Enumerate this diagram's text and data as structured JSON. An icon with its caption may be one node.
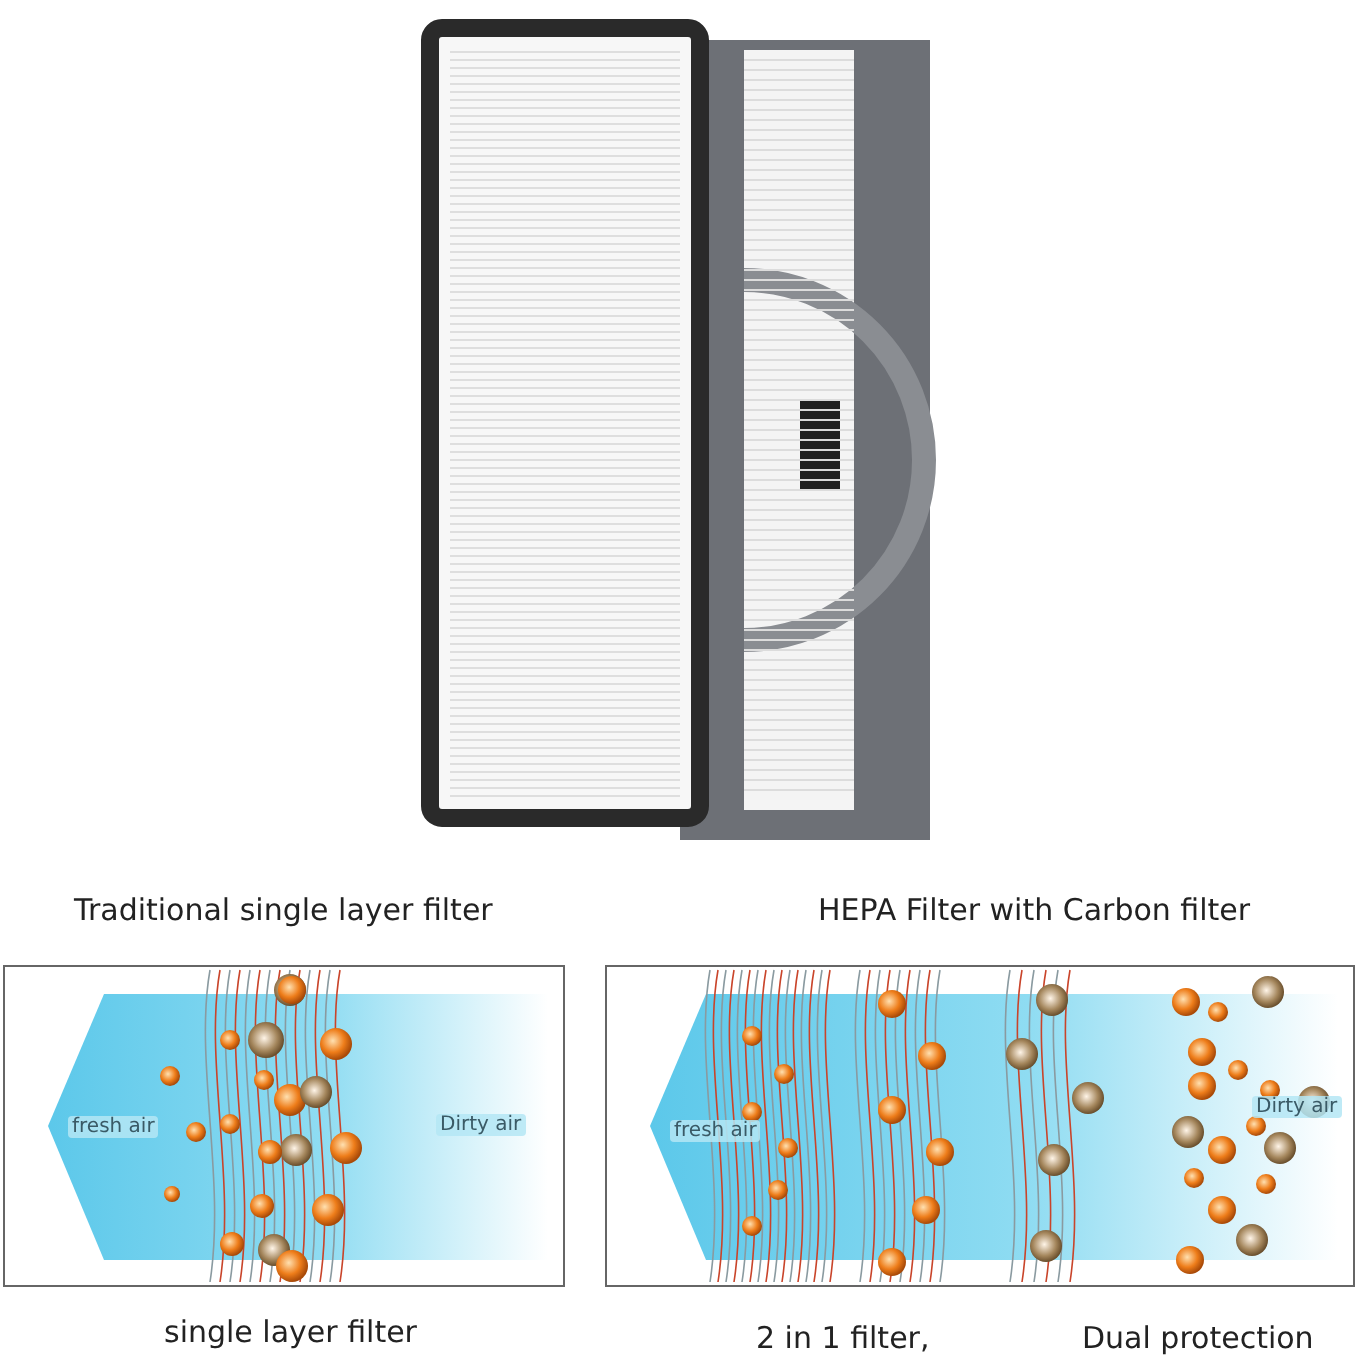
{
  "diagram": {
    "labels": [
      "Traditional single layer filter",
      "HEPA Filter with Carbon filter",
      "fresh air",
      "Dirty air",
      "fresh air",
      "Dirty air",
      "single layer filter",
      "2 in 1 filter,",
      "Dual protection"
    ]
  }
}
